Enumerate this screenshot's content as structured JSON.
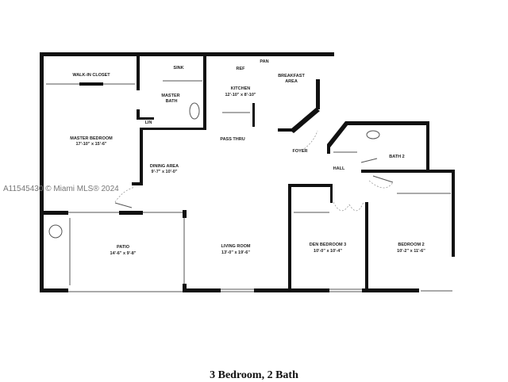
{
  "plan": {
    "title": "3 Bedroom, 2 Bath",
    "watermark": "A11545430 © Miami MLS® 2024",
    "rooms": {
      "walk_in_closet": {
        "name": "WALK-IN CLOSET"
      },
      "master_bath": {
        "name": "MASTER",
        "name2": "BATH"
      },
      "linen": {
        "name": "LIN"
      },
      "sink": {
        "name": "SINK"
      },
      "kitchen": {
        "name": "KITCHEN",
        "dims": "12'-10\" x 8'-10\""
      },
      "refrigerator": {
        "name": "REF"
      },
      "pantry": {
        "name": "PAN"
      },
      "pass_thru": {
        "name": "PASS THRU"
      },
      "breakfast": {
        "name": "BREAKFAST",
        "name2": "AREA"
      },
      "master_bedroom": {
        "name": "MASTER BEDROOM",
        "dims": "17'-10\" x 15'-6\""
      },
      "dining": {
        "name": "DINING AREA",
        "dims": "9'-7\" x 10'-0\""
      },
      "foyer": {
        "name": "FOYER"
      },
      "hall": {
        "name": "HALL"
      },
      "bath2": {
        "name": "BATH 2"
      },
      "patio": {
        "name": "PATIO",
        "dims": "14'-6\" x 9'-8\""
      },
      "living": {
        "name": "LIVING ROOM",
        "dims": "13'-0\" x 19'-6\""
      },
      "den": {
        "name": "DEN BEDROOM 3",
        "dims": "10'-0\" x 10'-4\""
      },
      "bedroom2": {
        "name": "BEDROOM 2",
        "dims": "10'-2\" x 11'-6\""
      }
    }
  }
}
